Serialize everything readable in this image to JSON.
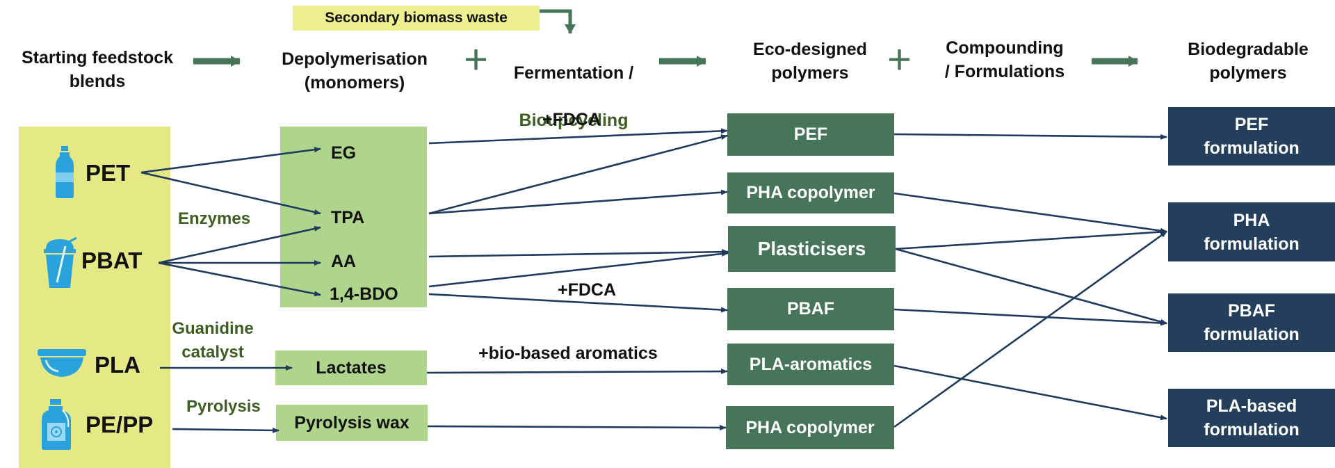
{
  "banner": "Secondary biomass waste",
  "headers": {
    "feedstock": "Starting feedstock\nblends",
    "depolymerisation": "Depolymerisation\n(monomers)",
    "fermentation_line1": "Fermentation /",
    "fermentation_line2": "Bioupcycling",
    "eco": "Eco-designed\npolymers",
    "compounding": "Compounding\n/  Formulations",
    "biodegradable": "Biodegradable\npolymers",
    "plus": "+"
  },
  "feedstocks": [
    "PET",
    "PBAT",
    "PLA",
    "PE/PP"
  ],
  "process_labels": {
    "enzymes": "Enzymes",
    "guanidine": "Guanidine\ncatalyst",
    "pyrolysis": "Pyrolysis"
  },
  "monomers": [
    "EG",
    "TPA",
    "AA",
    "1,4-BDO"
  ],
  "intermediates": [
    "Lactates",
    "Pyrolysis wax"
  ],
  "edge_labels": {
    "fdca_top": "+FDCA",
    "fdca_bottom": "+FDCA",
    "aromatics": "+bio-based aromatics"
  },
  "polymers": [
    "PEF",
    "PHA copolymer",
    "Plasticisers",
    "PBAF",
    "PLA-aromatics",
    "PHA copolymer"
  ],
  "formulations": [
    "PEF\nformulation",
    "PHA\nformulation",
    "PBAF\nformulation",
    "PLA-based\nformulation"
  ],
  "colors": {
    "feed_panel": "#e5e985",
    "monomer_green": "#aed58b",
    "polymer_green": "#467559",
    "formulation_navy": "#233f5c",
    "arrow_navy": "#1f3a5c",
    "label_green": "#3d5e22",
    "icon_blue": "#2aa3dc"
  },
  "icons": [
    "bottle-icon",
    "cup-with-straw-icon",
    "bowl-icon",
    "detergent-bottle-icon"
  ]
}
